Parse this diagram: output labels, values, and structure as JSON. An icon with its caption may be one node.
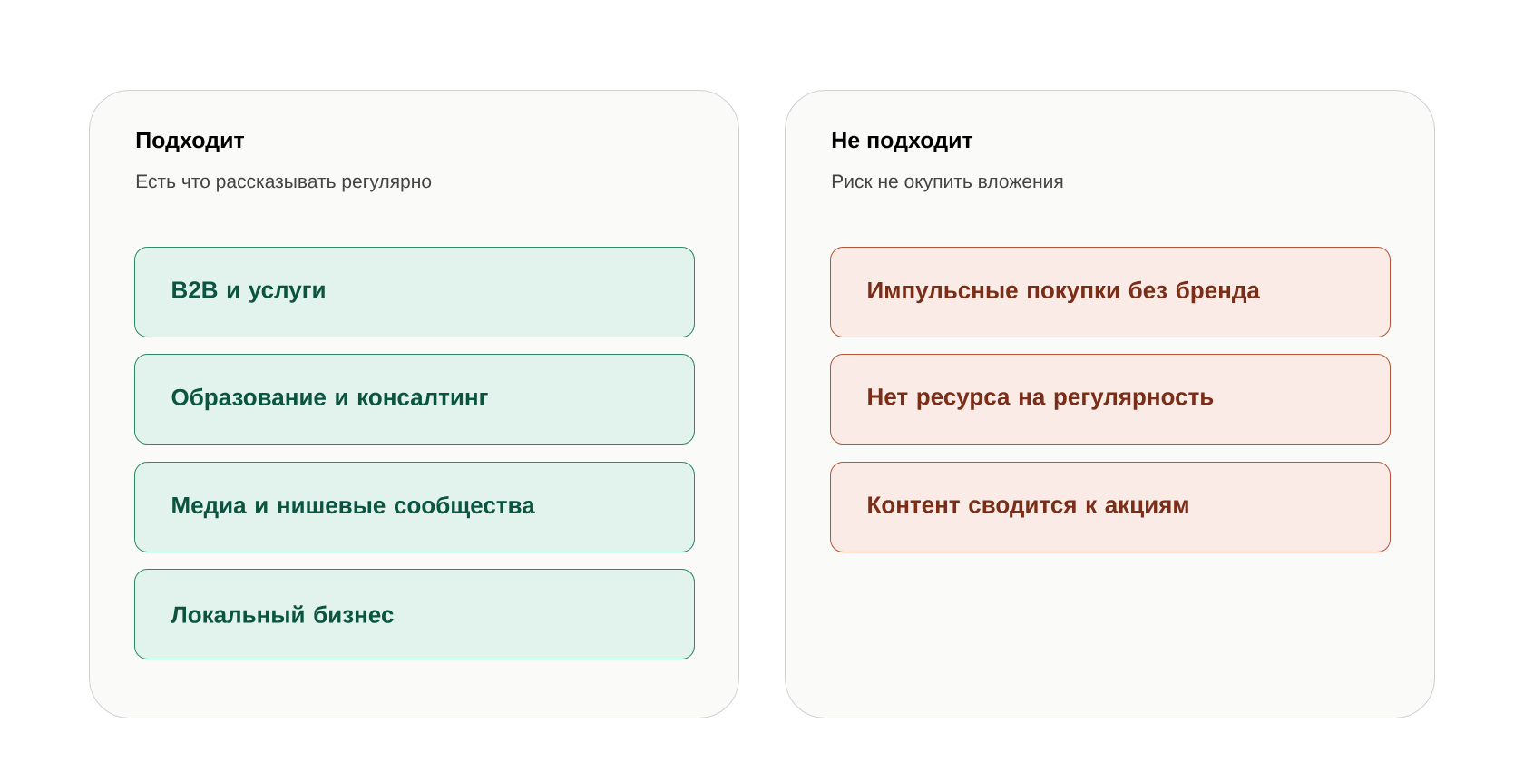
{
  "diagram": {
    "nodes": [
      {
        "text": [
          "Подходит",
          "Есть что рассказывать регулярно"
        ]
      },
      {
        "text": [
          "B2B и услуги"
        ],
        "in": 0
      },
      {
        "text": [
          "Образование и консалтинг"
        ],
        "in": 0
      },
      {
        "text": [
          "Медиа и нишевые сообщества"
        ],
        "in": 0
      },
      {
        "text": [
          "Локальный бизнес"
        ],
        "in": 0
      },
      {
        "text": [
          "Не подходит",
          "Риск не окупить вложения"
        ]
      },
      {
        "text": [
          "Импульсные покупки без бренда"
        ],
        "in": 5
      },
      {
        "text": [
          "Нет ресурса на регулярность"
        ],
        "in": 5
      },
      {
        "text": [
          "Контент сводится к акциям"
        ],
        "in": 5
      }
    ]
  }
}
